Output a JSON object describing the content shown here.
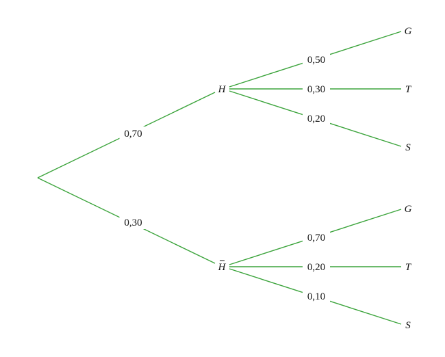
{
  "tree": {
    "edge_color": "#3ca43c",
    "first_level": [
      {
        "node": "H",
        "bar": false,
        "probability": "0,70",
        "children": [
          {
            "node": "G",
            "probability": "0,50"
          },
          {
            "node": "T",
            "probability": "0,30"
          },
          {
            "node": "S",
            "probability": "0,20"
          }
        ]
      },
      {
        "node": "H",
        "bar": true,
        "probability": "0,30",
        "children": [
          {
            "node": "G",
            "probability": "0,70"
          },
          {
            "node": "T",
            "probability": "0,20"
          },
          {
            "node": "S",
            "probability": "0,10"
          }
        ]
      }
    ]
  }
}
